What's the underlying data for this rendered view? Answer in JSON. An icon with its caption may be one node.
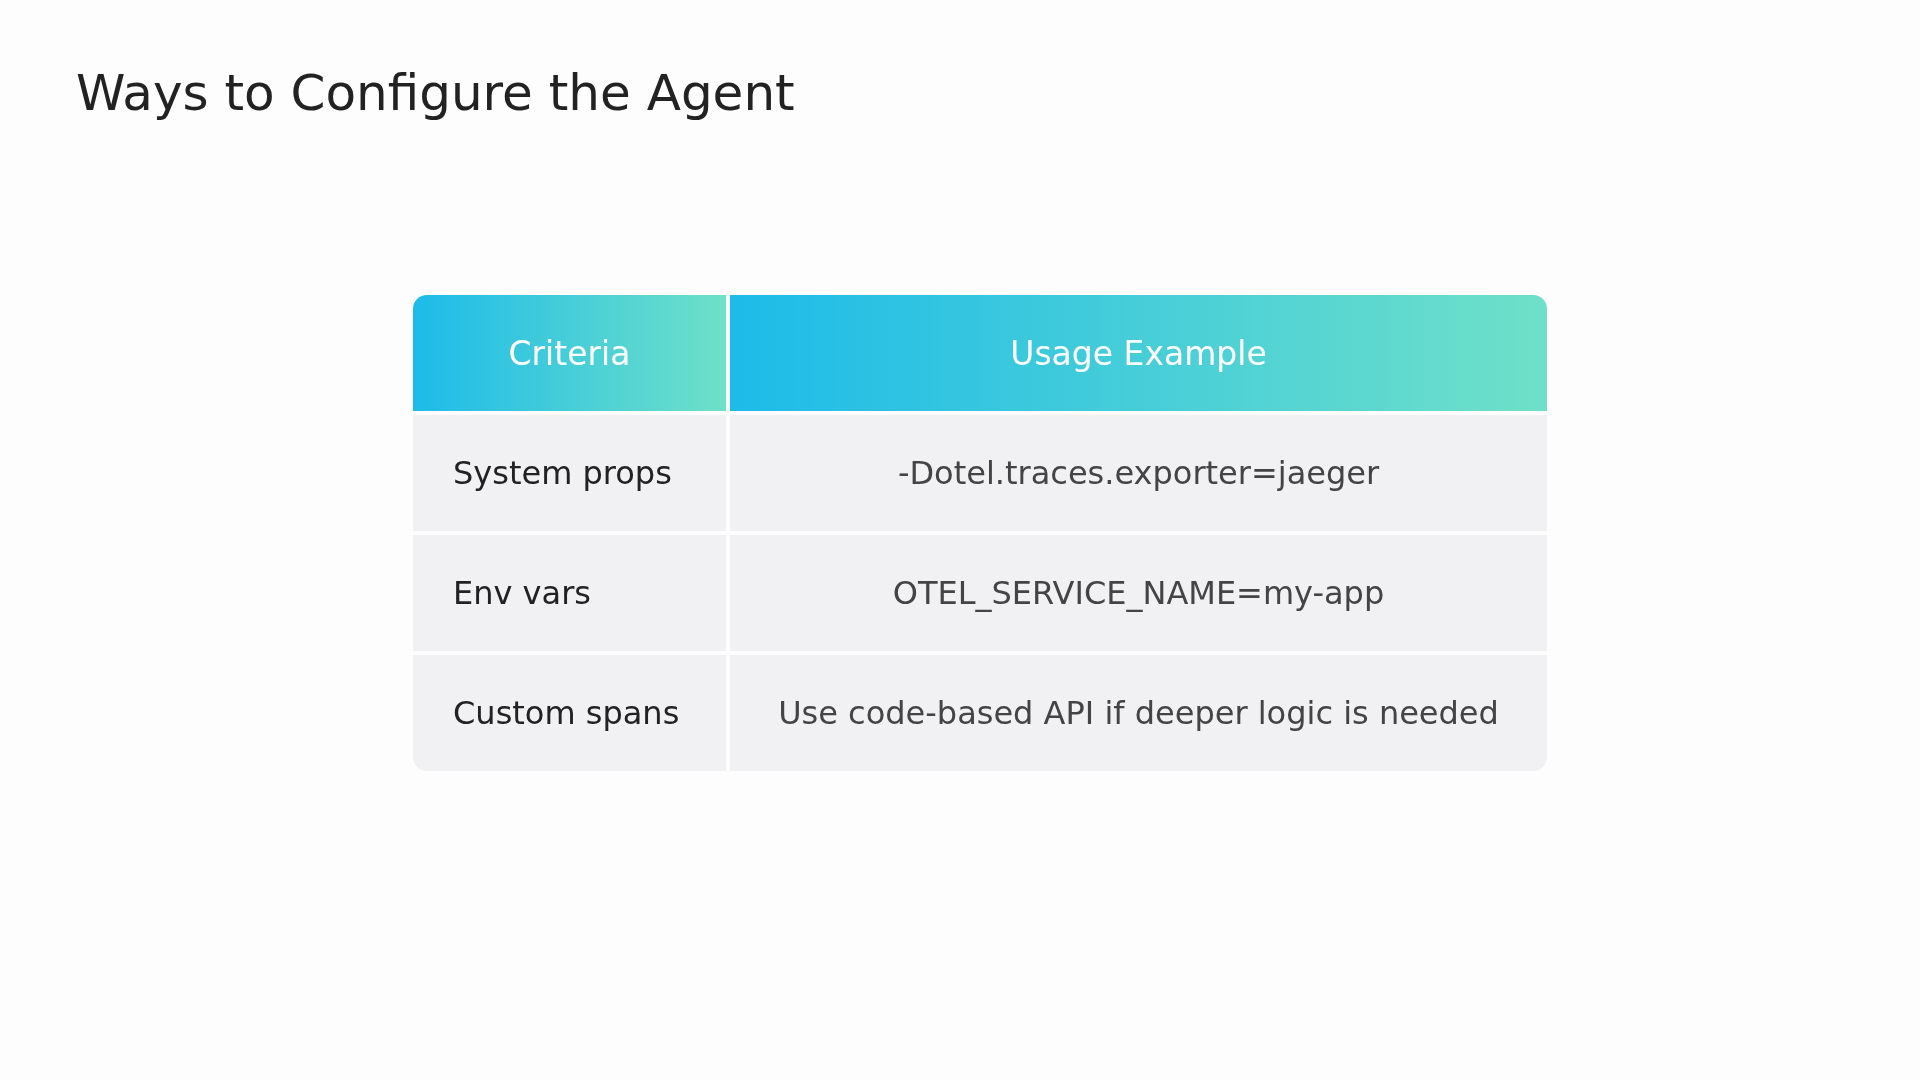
{
  "diagram": {
    "title": "Ways to Configure the Agent",
    "labels": [
      "Criteria",
      "Usage Example",
      "System props",
      "-Dotel.traces.exporter=jaeger",
      "Env vars",
      "OTEL_SERVICE_NAME=my-app",
      "Custom spans",
      "Use code-based API if deeper logic is needed"
    ]
  }
}
